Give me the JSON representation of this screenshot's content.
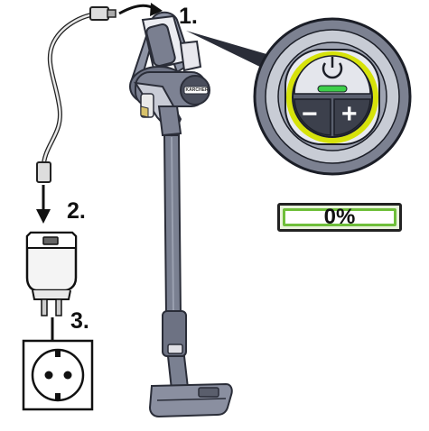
{
  "steps": {
    "one": "1.",
    "two": "2.",
    "three": "3."
  },
  "control_panel": {
    "power_symbol": "power-icon",
    "minus": "−",
    "plus": "+",
    "led_color": "#3ecf4a",
    "ring_color": "#d6e20a"
  },
  "vacuum": {
    "brand_badge": "KÄRCHER"
  },
  "battery_indicator": {
    "level_label": "0%",
    "level": 0,
    "border_color": "#6fbf3a"
  }
}
